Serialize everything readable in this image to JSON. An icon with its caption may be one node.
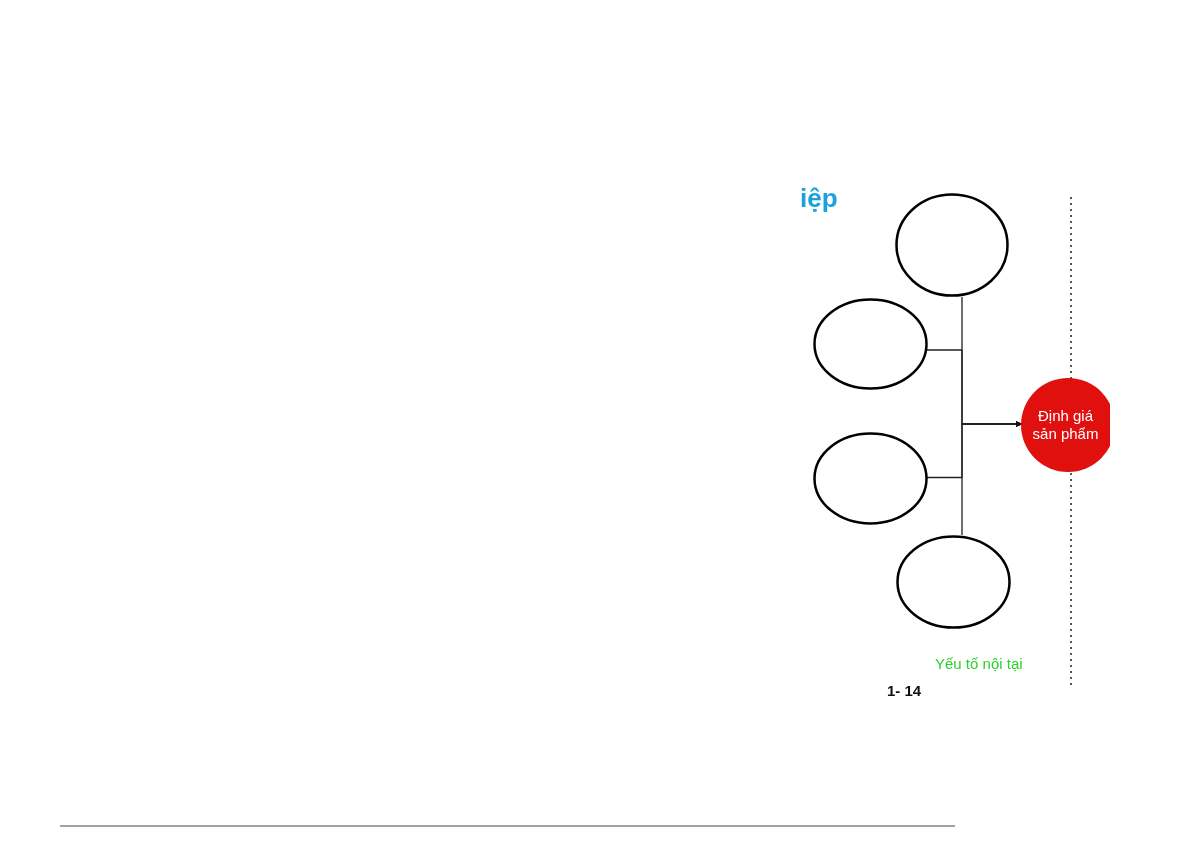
{
  "diagram": {
    "nodes": [
      {
        "text": [],
        "shape": "circle"
      },
      {
        "text": [],
        "shape": "circle"
      },
      {
        "text": [
          "Định giá sản phẩm"
        ]
      },
      {
        "text": [],
        "shape": "circle"
      },
      {
        "text": [],
        "shape": "circle"
      }
    ],
    "edges": [
      {
        "from": 0,
        "to": 2,
        "arrow": "to"
      },
      {
        "from": 1,
        "to": 2,
        "arrow": "to"
      },
      {
        "from": 3,
        "to": 2,
        "arrow": "to"
      },
      {
        "from": 4,
        "to": 2,
        "arrow": "to"
      }
    ],
    "labels": [
      "iệp",
      "Yếu tố nội tại",
      "1- 14"
    ]
  }
}
